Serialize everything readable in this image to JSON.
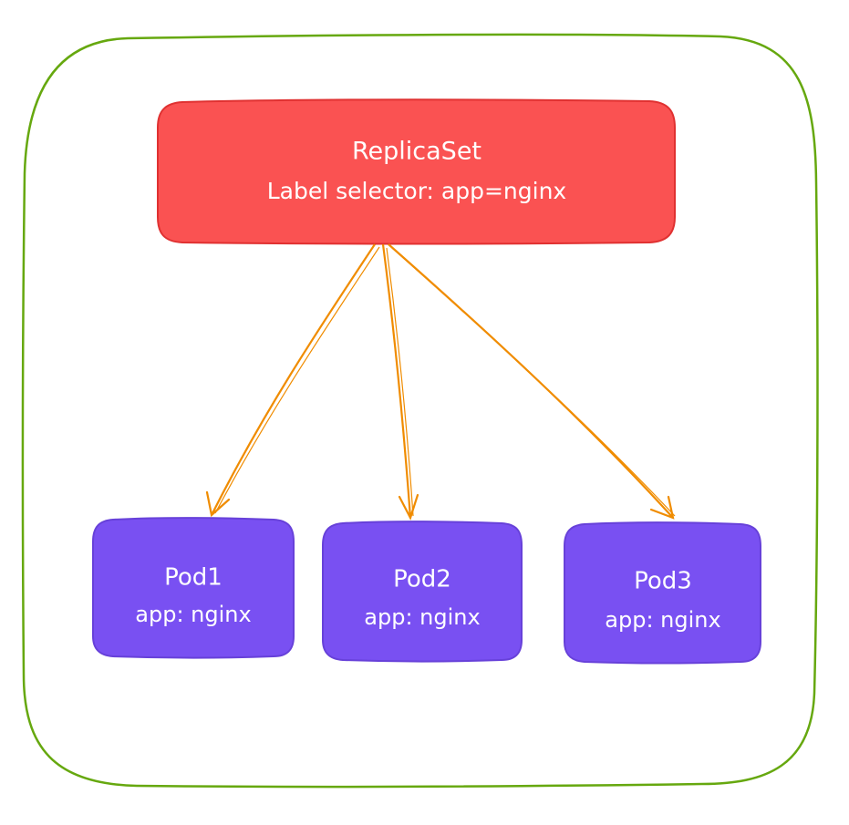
{
  "diagram": {
    "replicaset": {
      "title": "ReplicaSet",
      "selector": "Label selector: app=nginx",
      "color": "#fa5252"
    },
    "pods": [
      {
        "name": "Pod1",
        "label": "app: nginx"
      },
      {
        "name": "Pod2",
        "label": "app: nginx"
      },
      {
        "name": "Pod3",
        "label": "app: nginx"
      }
    ],
    "colors": {
      "container_stroke": "#66a80f",
      "pod_fill": "#7950f2",
      "pod_stroke": "#6741d9",
      "replicaset_stroke": "#e03131",
      "arrow": "#f08c00"
    }
  }
}
